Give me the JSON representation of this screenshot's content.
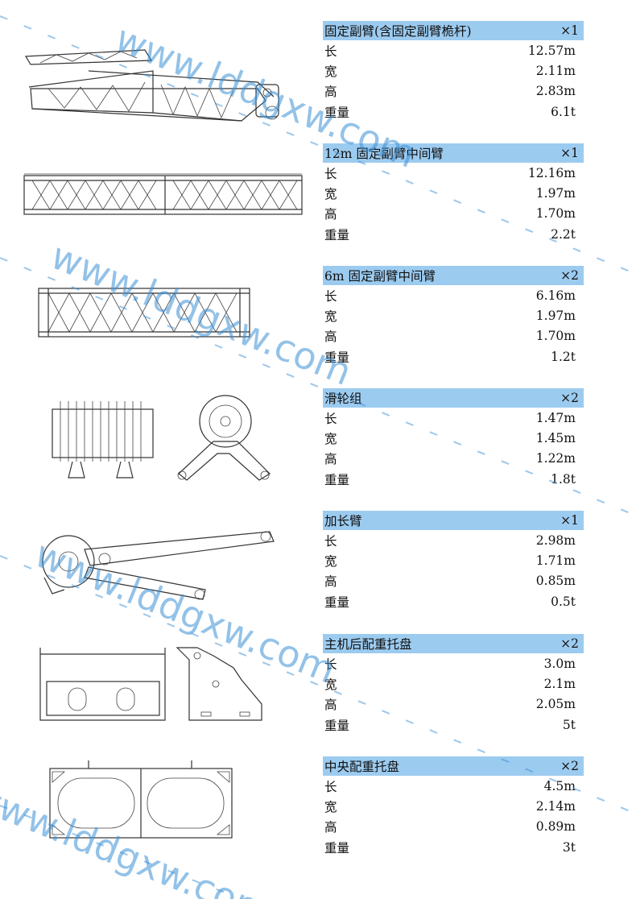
{
  "components": [
    {
      "name": "固定副臂(含固定副臂桅杆)",
      "qty": "×1",
      "icon": "jib-with-mast-drawing",
      "rows": [
        {
          "label": "长",
          "value": "12.57m"
        },
        {
          "label": "宽",
          "value": "2.11m"
        },
        {
          "label": "高",
          "value": "2.83m"
        },
        {
          "label": "重量",
          "value": "6.1t"
        }
      ]
    },
    {
      "name": "12m 固定副臂中间臂",
      "qty": "×1",
      "icon": "lattice-section-12m-drawing",
      "rows": [
        {
          "label": "长",
          "value": "12.16m"
        },
        {
          "label": "宽",
          "value": "1.97m"
        },
        {
          "label": "高",
          "value": "1.70m"
        },
        {
          "label": "重量",
          "value": "2.2t"
        }
      ]
    },
    {
      "name": "6m 固定副臂中间臂",
      "qty": "×2",
      "icon": "lattice-section-6m-drawing",
      "rows": [
        {
          "label": "长",
          "value": "6.16m"
        },
        {
          "label": "宽",
          "value": "1.97m"
        },
        {
          "label": "高",
          "value": "1.70m"
        },
        {
          "label": "重量",
          "value": "1.2t"
        }
      ]
    },
    {
      "name": "滑轮组",
      "qty": "×2",
      "icon": "pulley-block-drawing",
      "rows": [
        {
          "label": "长",
          "value": "1.47m"
        },
        {
          "label": "宽",
          "value": "1.45m"
        },
        {
          "label": "高",
          "value": "1.22m"
        },
        {
          "label": "重量",
          "value": "1.8t"
        }
      ]
    },
    {
      "name": "加长臂",
      "qty": "×1",
      "icon": "extension-arm-drawing",
      "rows": [
        {
          "label": "长",
          "value": "2.98m"
        },
        {
          "label": "宽",
          "value": "1.71m"
        },
        {
          "label": "高",
          "value": "0.85m"
        },
        {
          "label": "重量",
          "value": "0.5t"
        }
      ]
    },
    {
      "name": "主机后配重托盘",
      "qty": "×2",
      "icon": "rear-counterweight-tray-drawing",
      "rows": [
        {
          "label": "长",
          "value": "3.0m"
        },
        {
          "label": "宽",
          "value": "2.1m"
        },
        {
          "label": "高",
          "value": "2.05m"
        },
        {
          "label": "重量",
          "value": "5t"
        }
      ]
    },
    {
      "name": "中央配重托盘",
      "qty": "×2",
      "icon": "central-counterweight-tray-drawing",
      "rows": [
        {
          "label": "长",
          "value": "4.5m"
        },
        {
          "label": "宽",
          "value": "2.14m"
        },
        {
          "label": "高",
          "value": "0.89m"
        },
        {
          "label": "重量",
          "value": "3t"
        }
      ]
    }
  ],
  "watermark": "www.lddgxw.com",
  "colors": {
    "header_bg": "#9ccbf0",
    "watermark": "#3a8fd6"
  }
}
